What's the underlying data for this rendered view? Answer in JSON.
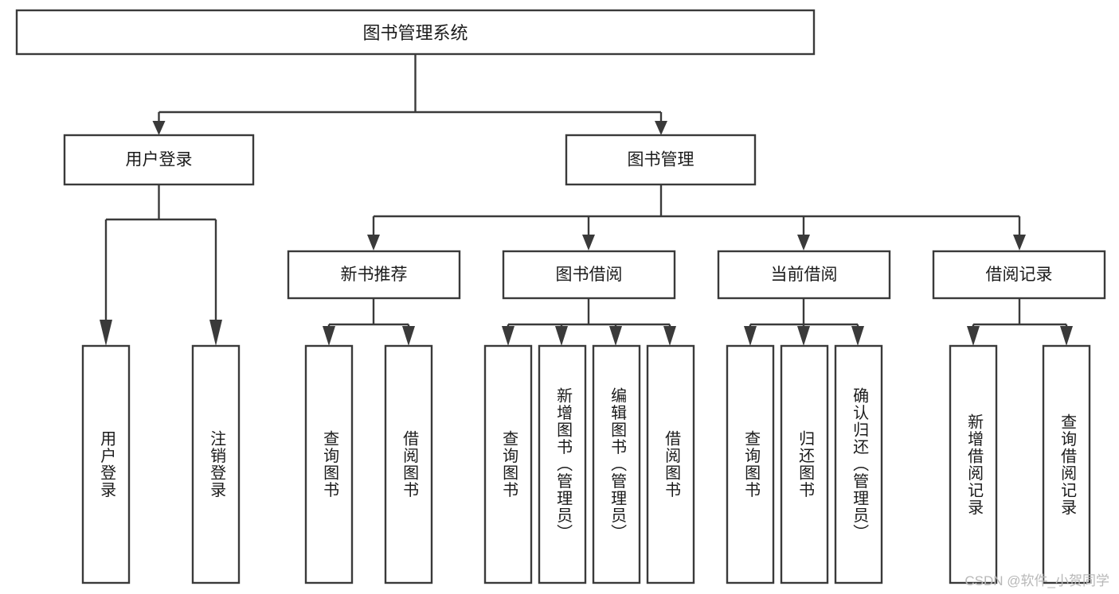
{
  "diagram": {
    "type": "tree-hierarchy-chart",
    "title": "图书管理系统",
    "colors": {
      "box_stroke": "#3a3a3a",
      "box_fill": "#ffffff",
      "connector": "#3a3a3a",
      "text": "#1b1b1b",
      "background": "#ffffff",
      "watermark": "#b8b8b8"
    },
    "levels": {
      "root": {
        "label": "图书管理系统"
      },
      "level2": [
        {
          "id": "user-login",
          "label": "用户登录"
        },
        {
          "id": "book-management",
          "label": "图书管理"
        }
      ],
      "level3": [
        {
          "id": "new-book-recommend",
          "label": "新书推荐",
          "parent": "book-management"
        },
        {
          "id": "book-borrow",
          "label": "图书借阅",
          "parent": "book-management"
        },
        {
          "id": "current-borrow",
          "label": "当前借阅",
          "parent": "book-management"
        },
        {
          "id": "borrow-record",
          "label": "借阅记录",
          "parent": "book-management"
        }
      ],
      "leaves": [
        {
          "id": "leaf-user-login",
          "label": "用户登录",
          "parent": "user-login"
        },
        {
          "id": "leaf-logout-login",
          "label": "注销登录",
          "parent": "user-login"
        },
        {
          "id": "leaf-query-book-1",
          "label": "查询图书",
          "parent": "new-book-recommend"
        },
        {
          "id": "leaf-borrow-book-1",
          "label": "借阅图书",
          "parent": "new-book-recommend"
        },
        {
          "id": "leaf-query-book-2",
          "label": "查询图书",
          "parent": "book-borrow"
        },
        {
          "id": "leaf-add-book",
          "label": "新增图书（管理员）",
          "parent": "book-borrow"
        },
        {
          "id": "leaf-edit-book",
          "label": "编辑图书（管理员）",
          "parent": "book-borrow"
        },
        {
          "id": "leaf-borrow-book-2",
          "label": "借阅图书",
          "parent": "book-borrow"
        },
        {
          "id": "leaf-query-book-3",
          "label": "查询图书",
          "parent": "current-borrow"
        },
        {
          "id": "leaf-return-book",
          "label": "归还图书",
          "parent": "current-borrow"
        },
        {
          "id": "leaf-confirm-return",
          "label": "确认归还（管理员）",
          "parent": "current-borrow"
        },
        {
          "id": "leaf-add-record",
          "label": "新增借阅记录",
          "parent": "borrow-record"
        },
        {
          "id": "leaf-query-record",
          "label": "查询借阅记录",
          "parent": "borrow-record"
        }
      ]
    },
    "watermark": "CSDN @软件_小贺同学"
  }
}
